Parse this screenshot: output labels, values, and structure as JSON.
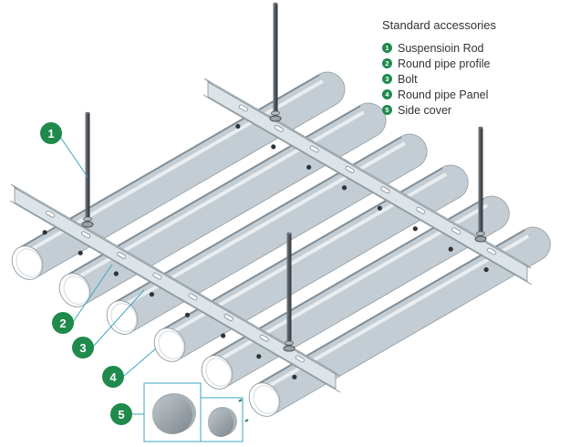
{
  "legend": {
    "title": "Standard accessories",
    "items": [
      {
        "num": "1",
        "label": "Suspensioin Rod"
      },
      {
        "num": "2",
        "label": "Round pipe profile"
      },
      {
        "num": "3",
        "label": "Bolt"
      },
      {
        "num": "4",
        "label": "Round pipe Panel"
      },
      {
        "num": "5",
        "label": "Side cover"
      }
    ]
  },
  "colors": {
    "badge": "#1f8a4c",
    "callout_line": "#3aa6c4",
    "pipe": "#c9d2d8",
    "carrier": "#e3e9ec",
    "rod": "#555b60"
  }
}
